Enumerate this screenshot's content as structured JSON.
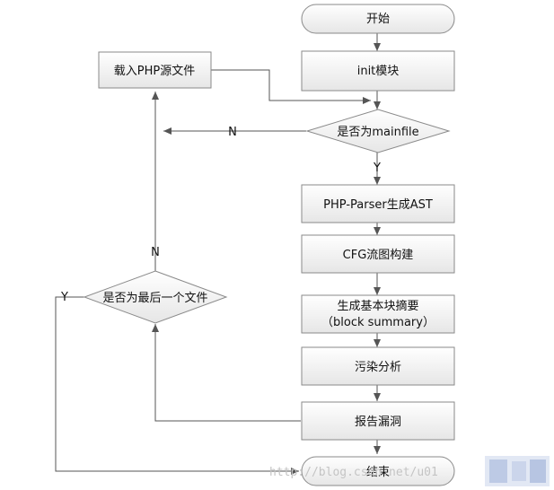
{
  "nodes": {
    "start": "开始",
    "init": "init模块",
    "load": "载入PHP源文件",
    "is_mainfile": "是否为mainfile",
    "parser": "PHP-Parser生成AST",
    "cfg": "CFG流图构建",
    "summary_line1": "生成基本块摘要",
    "summary_line2": "（block  summary）",
    "taint": "污染分析",
    "report": "报告漏洞",
    "is_last": "是否为最后一个文件",
    "end": "结束"
  },
  "edges": {
    "mainfile_no": "N",
    "mainfile_yes": "Y",
    "last_no": "N",
    "last_yes": "Y"
  },
  "watermark": {
    "text": "http://blog.csdn.net/u01"
  },
  "colors": {
    "box_fill_top": "#ffffff",
    "box_fill_bottom": "#e8e8e8",
    "stroke": "#8a8a8a",
    "arrow": "#555555"
  }
}
